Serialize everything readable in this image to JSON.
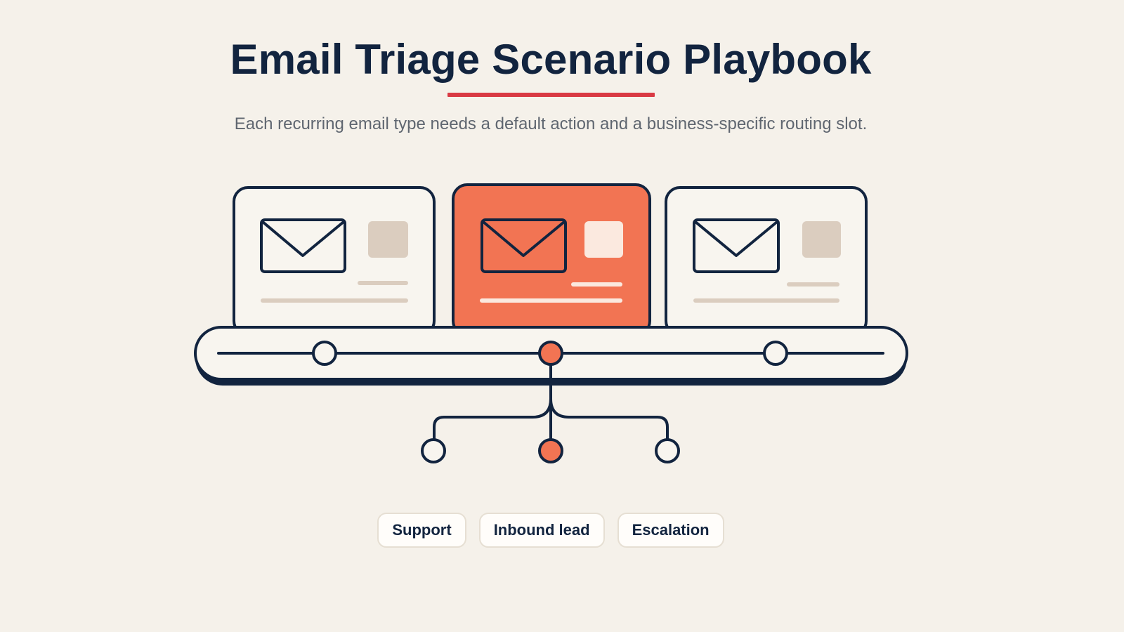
{
  "header": {
    "title": "Email Triage Scenario Playbook",
    "subtitle": "Each recurring email type needs a default action and a business-specific routing slot."
  },
  "diagram": {
    "cards": [
      {
        "id": "card-1",
        "highlighted": false
      },
      {
        "id": "card-2",
        "highlighted": true
      },
      {
        "id": "card-3",
        "highlighted": false
      }
    ],
    "routes": [
      "left",
      "center",
      "right"
    ],
    "active_route": "center"
  },
  "labels": {
    "support": "Support",
    "inbound_lead": "Inbound lead",
    "escalation": "Escalation"
  },
  "colors": {
    "background": "#f5f1ea",
    "navy": "#12243f",
    "accent_red": "#d93a44",
    "accent_coral": "#f27453",
    "muted_tan": "#dbcdbf",
    "chip_border": "#e6dfd3"
  }
}
